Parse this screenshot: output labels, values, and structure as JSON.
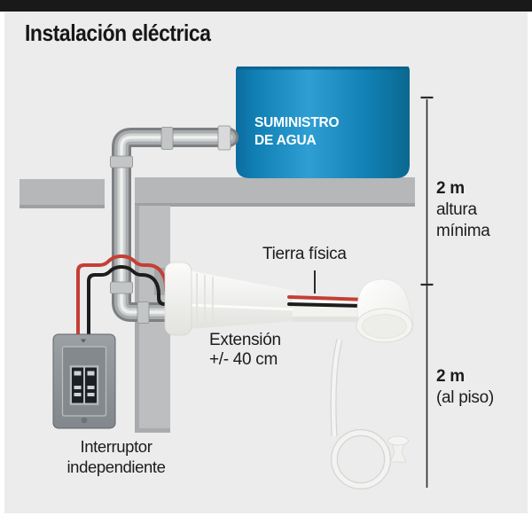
{
  "title": "Instalación eléctrica",
  "tank": {
    "line1": "SUMINISTRO",
    "line2": "DE AGUA"
  },
  "labels": {
    "tierra": "Tierra física",
    "extension1": "Extensión",
    "extension2": "+/- 40 cm",
    "interruptor1": "Interruptor",
    "interruptor2": "independiente"
  },
  "dimensions": {
    "upper_value": "2 m",
    "upper_caption1": "altura",
    "upper_caption2": "mínima",
    "lower_value": "2 m",
    "lower_caption": "(al piso)"
  },
  "colors": {
    "tank_blue": "#1682b6",
    "ground_wire_red": "#c43f35",
    "hot_wire_black": "#1d1d1d",
    "structure_gray": "#b6b8ba"
  }
}
